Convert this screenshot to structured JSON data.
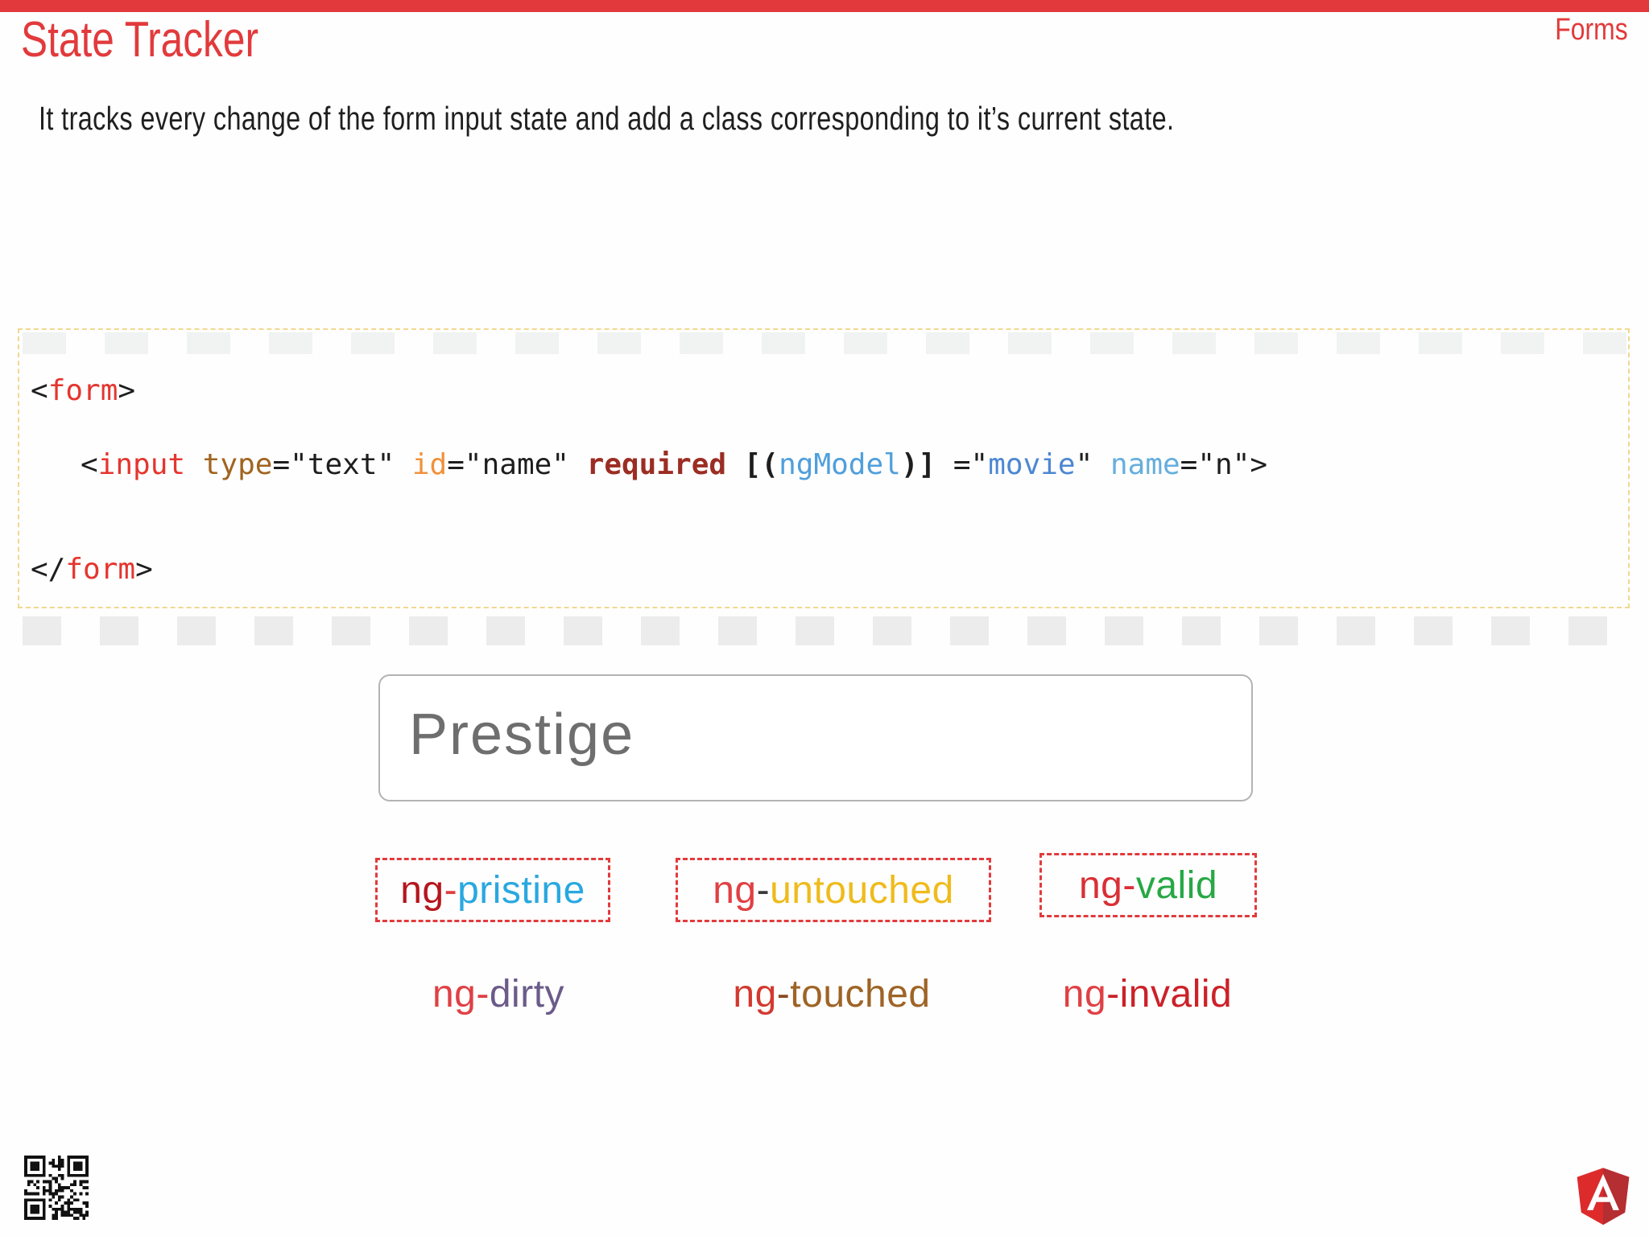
{
  "slide": {
    "accent_red": "#e23a3c",
    "title": "State Tracker",
    "corner_label": "Forms",
    "subtitle": "It tracks every change of the form input state and add a class corresponding to it’s current state."
  },
  "code": {
    "border_color": "#f0d890",
    "token_colors": {
      "plain": "#1e1e1e",
      "tag": "#e5352f",
      "attr-brown": "#a1641f",
      "attr-orange": "#f0913a",
      "keyword": "#9b2d23",
      "bracket": "#1e1e1e",
      "blue-model": "#4f9fdc",
      "blue-value": "#4d87d2",
      "blue-attr": "#66aede"
    },
    "lines": [
      {
        "tokens": [
          {
            "t": "<",
            "c": "plain"
          },
          {
            "t": "form",
            "c": "tag"
          },
          {
            "t": ">",
            "c": "plain"
          }
        ]
      },
      {
        "tokens": [
          {
            "t": "<",
            "c": "plain"
          },
          {
            "t": "input",
            "c": "tag"
          },
          {
            "t": " ",
            "c": "plain"
          },
          {
            "t": "type",
            "c": "attr-brown"
          },
          {
            "t": "=",
            "c": "plain"
          },
          {
            "t": "\"text\"",
            "c": "plain"
          },
          {
            "t": " ",
            "c": "plain"
          },
          {
            "t": "id",
            "c": "attr-orange"
          },
          {
            "t": "=",
            "c": "plain"
          },
          {
            "t": "\"name\"",
            "c": "plain"
          },
          {
            "t": " ",
            "c": "plain"
          },
          {
            "t": "required",
            "c": "keyword",
            "b": true
          },
          {
            "t": " ",
            "c": "plain"
          },
          {
            "t": "[(",
            "c": "bracket",
            "b": true
          },
          {
            "t": "ngModel",
            "c": "blue-model"
          },
          {
            "t": ")]",
            "c": "bracket",
            "b": true
          },
          {
            "t": " =",
            "c": "plain"
          },
          {
            "t": "\"",
            "c": "plain"
          },
          {
            "t": "movie",
            "c": "blue-value"
          },
          {
            "t": "\"",
            "c": "plain"
          },
          {
            "t": " ",
            "c": "plain"
          },
          {
            "t": "name",
            "c": "blue-attr"
          },
          {
            "t": "=\"n\"",
            "c": "plain"
          },
          {
            "t": ">",
            "c": "plain"
          }
        ]
      },
      {
        "tokens": [
          {
            "t": "</",
            "c": "plain"
          },
          {
            "t": "form",
            "c": "tag"
          },
          {
            "t": ">",
            "c": "plain"
          }
        ]
      }
    ]
  },
  "demo": {
    "input_value": "Prestige"
  },
  "states": {
    "box_border_color": "#e23a3c",
    "boxed": [
      {
        "prefix": "ng",
        "hyphen": "-",
        "word": "pristine",
        "prefix_color": "#b5161d",
        "hyphen_color": "#e0403f",
        "word_color": "#29a8e0"
      },
      {
        "prefix": "ng",
        "hyphen": "-",
        "word": "untouched",
        "prefix_color": "#e04044",
        "hyphen_color": "#3a3a3a",
        "word_color": "#efbb1c"
      },
      {
        "prefix": "ng",
        "hyphen": "-",
        "word": "valid",
        "prefix_color": "#d92f35",
        "hyphen_color": "#d92f35",
        "word_color": "#27a844"
      }
    ],
    "plain": [
      {
        "prefix": "ng",
        "hyphen": "-",
        "word": "dirty",
        "prefix_color": "#e04044",
        "hyphen_color": "#e04044",
        "word_color": "#6b5b89"
      },
      {
        "prefix": "ng",
        "hyphen": "-",
        "word": "touched",
        "prefix_color": "#d3392f",
        "hyphen_color": "#8a4a1f",
        "word_color": "#9e6426"
      },
      {
        "prefix": "ng",
        "hyphen": "-",
        "word": "invalid",
        "prefix_color": "#e04044",
        "hyphen_color": "#cc2128",
        "word_color": "#cc2128"
      }
    ]
  }
}
